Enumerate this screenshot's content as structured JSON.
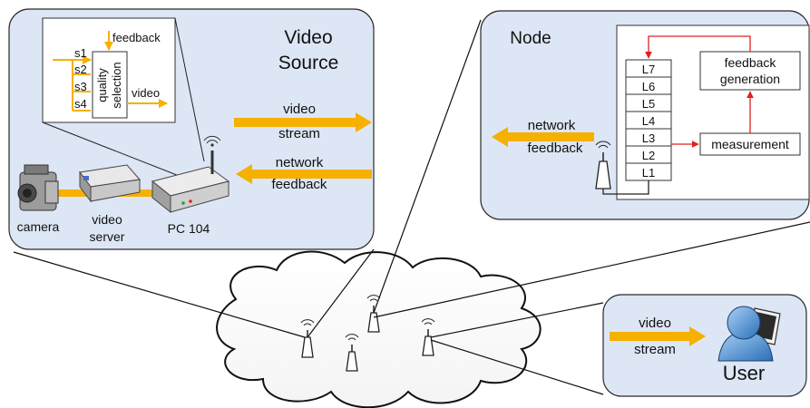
{
  "colors": {
    "panel_fill": "#dde6f4",
    "panel_stroke": "#2a2a2a",
    "stream_arrow": "#f5b000",
    "feedback_loop": "#e02020"
  },
  "video_source": {
    "title_line1": "Video",
    "title_line2": "Source",
    "inset": {
      "inputs": [
        "s1",
        "s2",
        "s3",
        "s4"
      ],
      "feedback_label": "feedback",
      "block_line1": "quality",
      "block_line2": "selection",
      "output_label": "video"
    },
    "stream_label_line1": "video",
    "stream_label_line2": "stream",
    "feedback_label_line1": "network",
    "feedback_label_line2": "feedback",
    "devices": {
      "camera": "camera",
      "server_line1": "video",
      "server_line2": "server",
      "pc": "PC 104"
    }
  },
  "node": {
    "title": "Node",
    "layers": [
      "L7",
      "L6",
      "L5",
      "L4",
      "L3",
      "L2",
      "L1"
    ],
    "feedback_generation_line1": "feedback",
    "feedback_generation_line2": "generation",
    "measurement": "measurement",
    "arrow_label_line1": "network",
    "arrow_label_line2": "feedback"
  },
  "user": {
    "stream_line1": "video",
    "stream_line2": "stream",
    "label": "User"
  },
  "icons": [
    "camera-icon",
    "video-server-icon",
    "pc104-icon",
    "antenna-icon",
    "user-icon",
    "cloud-shape"
  ]
}
